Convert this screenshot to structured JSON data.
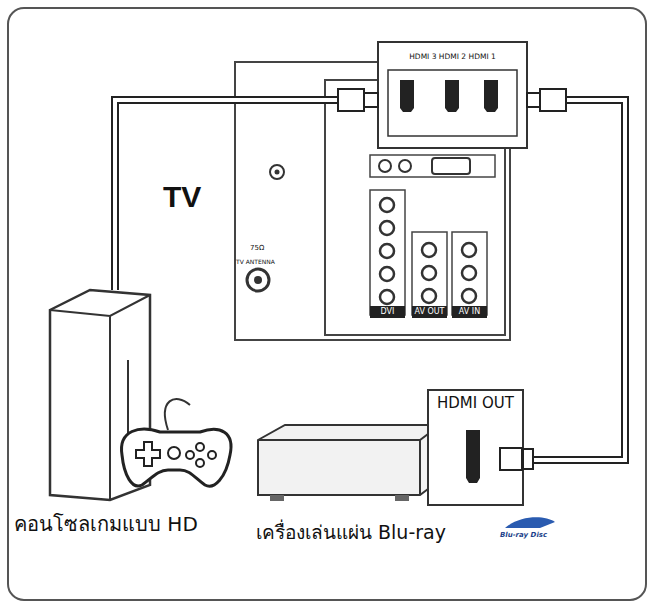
{
  "diagram": {
    "nodes": [
      {
        "text": [
          "TV"
        ]
      },
      {
        "text": [
          "HDMI 3 HDMI 2 HDMI 1"
        ]
      },
      {
        "text": [
          "คอนโซลเกมแบบ HD"
        ]
      },
      {
        "text": [
          "HDMI OUT"
        ]
      },
      {
        "text": [
          "เครื่องเล่นแผ่น Blu-ray"
        ]
      }
    ],
    "edges": [
      {
        "from": 2,
        "to": 1,
        "arrow": "none"
      },
      {
        "from": 3,
        "to": 1,
        "arrow": "none"
      }
    ],
    "labels": [
      "75Ω",
      "TV ANTENNA",
      "DVI",
      "AV OUT",
      "AV IN",
      "Blu-ray Disc"
    ]
  }
}
